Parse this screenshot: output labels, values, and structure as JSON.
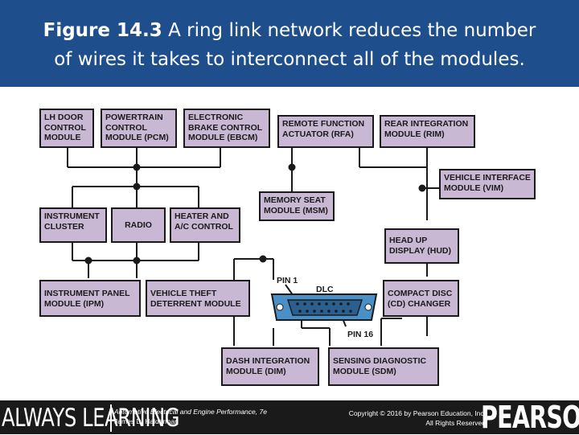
{
  "header": {
    "figure_label": "Figure 14.3",
    "caption_line1": "A ring link network reduces the number",
    "caption_line2": "of wires it takes to interconnect all of the modules."
  },
  "diagram": {
    "modules": {
      "lh_door": "LH DOOR\nCONTROL\nMODULE",
      "pcm": "POWERTRAIN\nCONTROL\nMODULE (PCM)",
      "ebcm": "ELECTRONIC\nBRAKE CONTROL\nMODULE (EBCM)",
      "rfa": "REMOTE FUNCTION\nACTUATOR (RFA)",
      "rim": "REAR INTEGRATION\nMODULE (RIM)",
      "vim": "VEHICLE INTERFACE\nMODULE (VIM)",
      "msm": "MEMORY SEAT\nMODULE (MSM)",
      "cluster": "INSTRUMENT\nCLUSTER",
      "radio": "RADIO",
      "hvac": "HEATER AND\nA/C CONTROL",
      "hud": "HEAD UP\nDISPLAY (HUD)",
      "ipm": "INSTRUMENT PANEL\nMODULE (IPM)",
      "vtd": "VEHICLE THEFT\nDETERRENT MODULE",
      "cd": "COMPACT DISC\n(CD) CHANGER",
      "dim": "DASH INTEGRATION\nMODULE (DIM)",
      "sdm": "SENSING DIAGNOSTIC\nMODULE (SDM)"
    },
    "dlc_label": "DLC",
    "pin1_label": "PIN 1",
    "pin16_label": "PIN 16"
  },
  "footer": {
    "brand_left": "ALWAYS LEARNING",
    "book_title": "Automotive Electrical and Engine Performance, 7e",
    "author": "James D. Halderman",
    "copyright_line1": "Copyright © 2016 by Pearson Education, Inc.",
    "copyright_line2": "All Rights Reserved",
    "brand_right": "PEARSON"
  },
  "colors": {
    "header_bg": "#1f4e8c",
    "module_fill": "#c9b8d3",
    "dlc_fill": "#4a90c8",
    "footer_bg": "#1a1a1a"
  }
}
